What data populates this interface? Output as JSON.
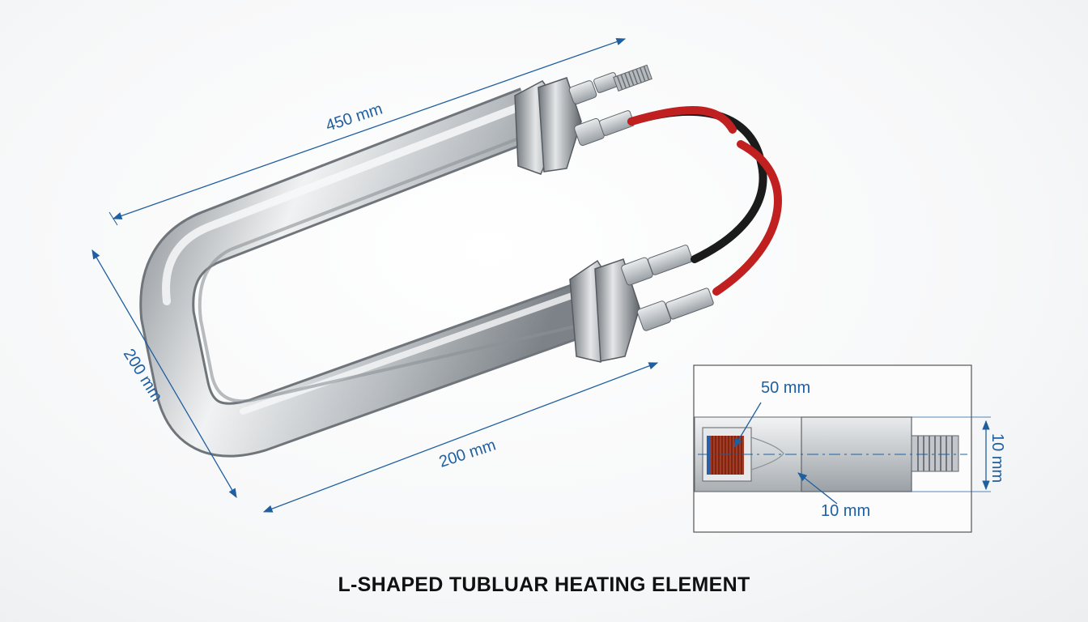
{
  "title": "L-SHAPED TUBLUAR HEATING ELEMENT",
  "dimensions": {
    "top_length": "450 mm",
    "left_height": "200 mm",
    "bottom_length": "200 mm"
  },
  "detail": {
    "coil_length": "50 mm",
    "diameter": "10 mm",
    "sleeve_length": "10 mm"
  },
  "colors": {
    "dimension_blue": "#1f5fa0",
    "tube_steel": "#b9bec3",
    "wire_red": "#c0201f",
    "wire_black": "#1b1b1b"
  }
}
